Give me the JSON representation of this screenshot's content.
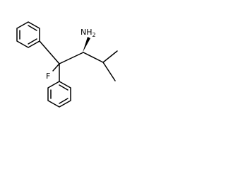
{
  "molecule": {
    "labels": {
      "amine": "NH",
      "amine_sub": "2",
      "fluorine": "F"
    },
    "stereo": "wedge",
    "colors": {
      "bond": "#000000",
      "background": "#ffffff"
    }
  }
}
